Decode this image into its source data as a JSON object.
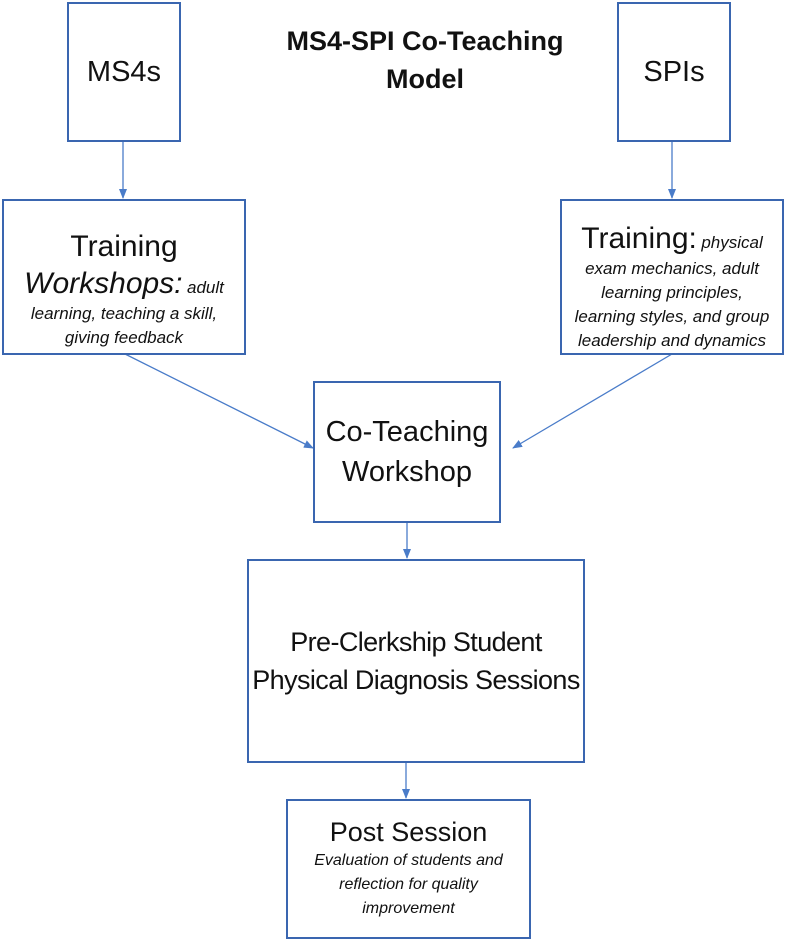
{
  "title": {
    "line1": "MS4-SPI Co-Teaching",
    "line2": "Model"
  },
  "nodes": {
    "ms4s": {
      "label": "MS4s"
    },
    "spis": {
      "label": "SPIs"
    },
    "ms4_training": {
      "heading": "Training",
      "heading2": "Workshops:",
      "detail_inline": "adult",
      "detail_line2": "learning, teaching a skill,",
      "detail_line3": "giving feedback"
    },
    "spi_training": {
      "heading": "Training:",
      "detail_inline": "physical",
      "detail_line2": "exam mechanics, adult",
      "detail_line3": "learning principles,",
      "detail_line4": "learning styles, and group",
      "detail_line5": "leadership and dynamics"
    },
    "co_teaching": {
      "line1": "Co-Teaching",
      "line2": "Workshop"
    },
    "sessions": {
      "line1": "Pre-Clerkship Student",
      "line2": "Physical Diagnosis Sessions"
    },
    "post_session": {
      "heading": "Post Session",
      "detail_line1": "Evaluation of students and",
      "detail_line2": "reflection for quality",
      "detail_line3": "improvement"
    }
  },
  "colors": {
    "border": "#3a66b0",
    "arrow": "#4a7cc9"
  }
}
